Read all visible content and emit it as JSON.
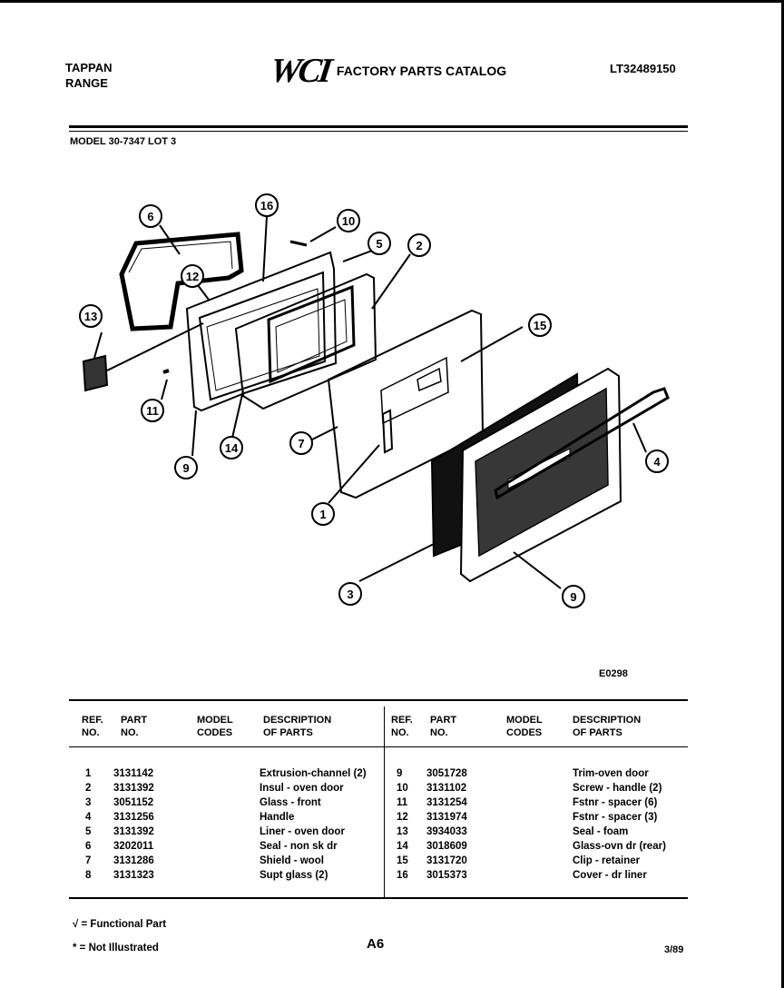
{
  "header": {
    "brand_line1": "TAPPAN",
    "brand_line2": "RANGE",
    "logo": "WCI",
    "catalog_title": "FACTORY PARTS CATALOG",
    "doc_id": "LT32489150",
    "model": "MODEL 30-7347 LOT 3"
  },
  "diagram": {
    "callouts": [
      "6",
      "16",
      "10",
      "5",
      "2",
      "12",
      "13",
      "15",
      "11",
      "7",
      "4",
      "9",
      "14",
      "1",
      "3",
      "9"
    ],
    "code": "E0298"
  },
  "table": {
    "headers": {
      "ref": [
        "REF.",
        "NO."
      ],
      "part": [
        "PART",
        "NO."
      ],
      "model": [
        "MODEL",
        "CODES"
      ],
      "desc": [
        "DESCRIPTION",
        "OF PARTS"
      ]
    },
    "left_rows": [
      {
        "ref": "1",
        "part": "3131142",
        "desc": "Extrusion-channel (2)"
      },
      {
        "ref": "2",
        "part": "3131392",
        "desc": "Insul - oven door"
      },
      {
        "ref": "3",
        "part": "3051152",
        "desc": "Glass - front"
      },
      {
        "ref": "4",
        "part": "3131256",
        "desc": "Handle"
      },
      {
        "ref": "5",
        "part": "3131392",
        "desc": "Liner - oven door"
      },
      {
        "ref": "6",
        "part": "3202011",
        "desc": "Seal - non sk dr"
      },
      {
        "ref": "7",
        "part": "3131286",
        "desc": "Shield - wool"
      },
      {
        "ref": "8",
        "part": "3131323",
        "desc": "Supt glass (2)"
      }
    ],
    "right_rows": [
      {
        "ref": "9",
        "part": "3051728",
        "desc": "Trim-oven door"
      },
      {
        "ref": "10",
        "part": "3131102",
        "desc": "Screw - handle (2)"
      },
      {
        "ref": "11",
        "part": "3131254",
        "desc": "Fstnr - spacer (6)"
      },
      {
        "ref": "12",
        "part": "3131974",
        "desc": "Fstnr - spacer (3)"
      },
      {
        "ref": "13",
        "part": "3934033",
        "desc": "Seal - foam"
      },
      {
        "ref": "14",
        "part": "3018609",
        "desc": "Glass-ovn dr (rear)"
      },
      {
        "ref": "15",
        "part": "3131720",
        "desc": "Clip - retainer"
      },
      {
        "ref": "16",
        "part": "3015373",
        "desc": "Cover - dr liner"
      }
    ]
  },
  "footer": {
    "functional": "√ = Functional Part",
    "not_illustrated": "* = Not Illustrated",
    "page": "A6",
    "date": "3/89"
  }
}
